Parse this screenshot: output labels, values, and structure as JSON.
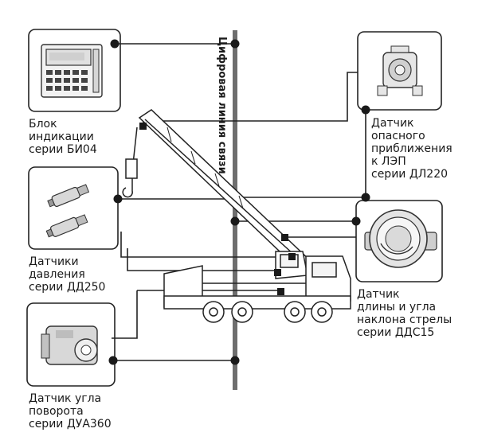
{
  "bus": {
    "title": "Цифровая линия связи"
  },
  "devices": {
    "display_unit": {
      "lines": [
        "Блок",
        "индикации",
        "серии БИ04"
      ]
    },
    "power_line_sensor": {
      "lines": [
        "Датчик",
        "опасного",
        "приближения",
        "к ЛЭП",
        "серии ДЛ220"
      ]
    },
    "pressure_sensors": {
      "lines": [
        "Датчики",
        "давления",
        "серии ДД250"
      ]
    },
    "boom_sensor": {
      "lines": [
        "Датчик",
        "длины и угла",
        "наклона стрелы",
        "серии ДДС15"
      ]
    },
    "rotation_sensor": {
      "lines": [
        "Датчик угла",
        "поворота",
        "серии ДУА360"
      ]
    }
  },
  "colors": {
    "ink": "#1a1a1a",
    "line": "#222222",
    "bus": "#6e6e6e",
    "panel": "#ffffff"
  }
}
